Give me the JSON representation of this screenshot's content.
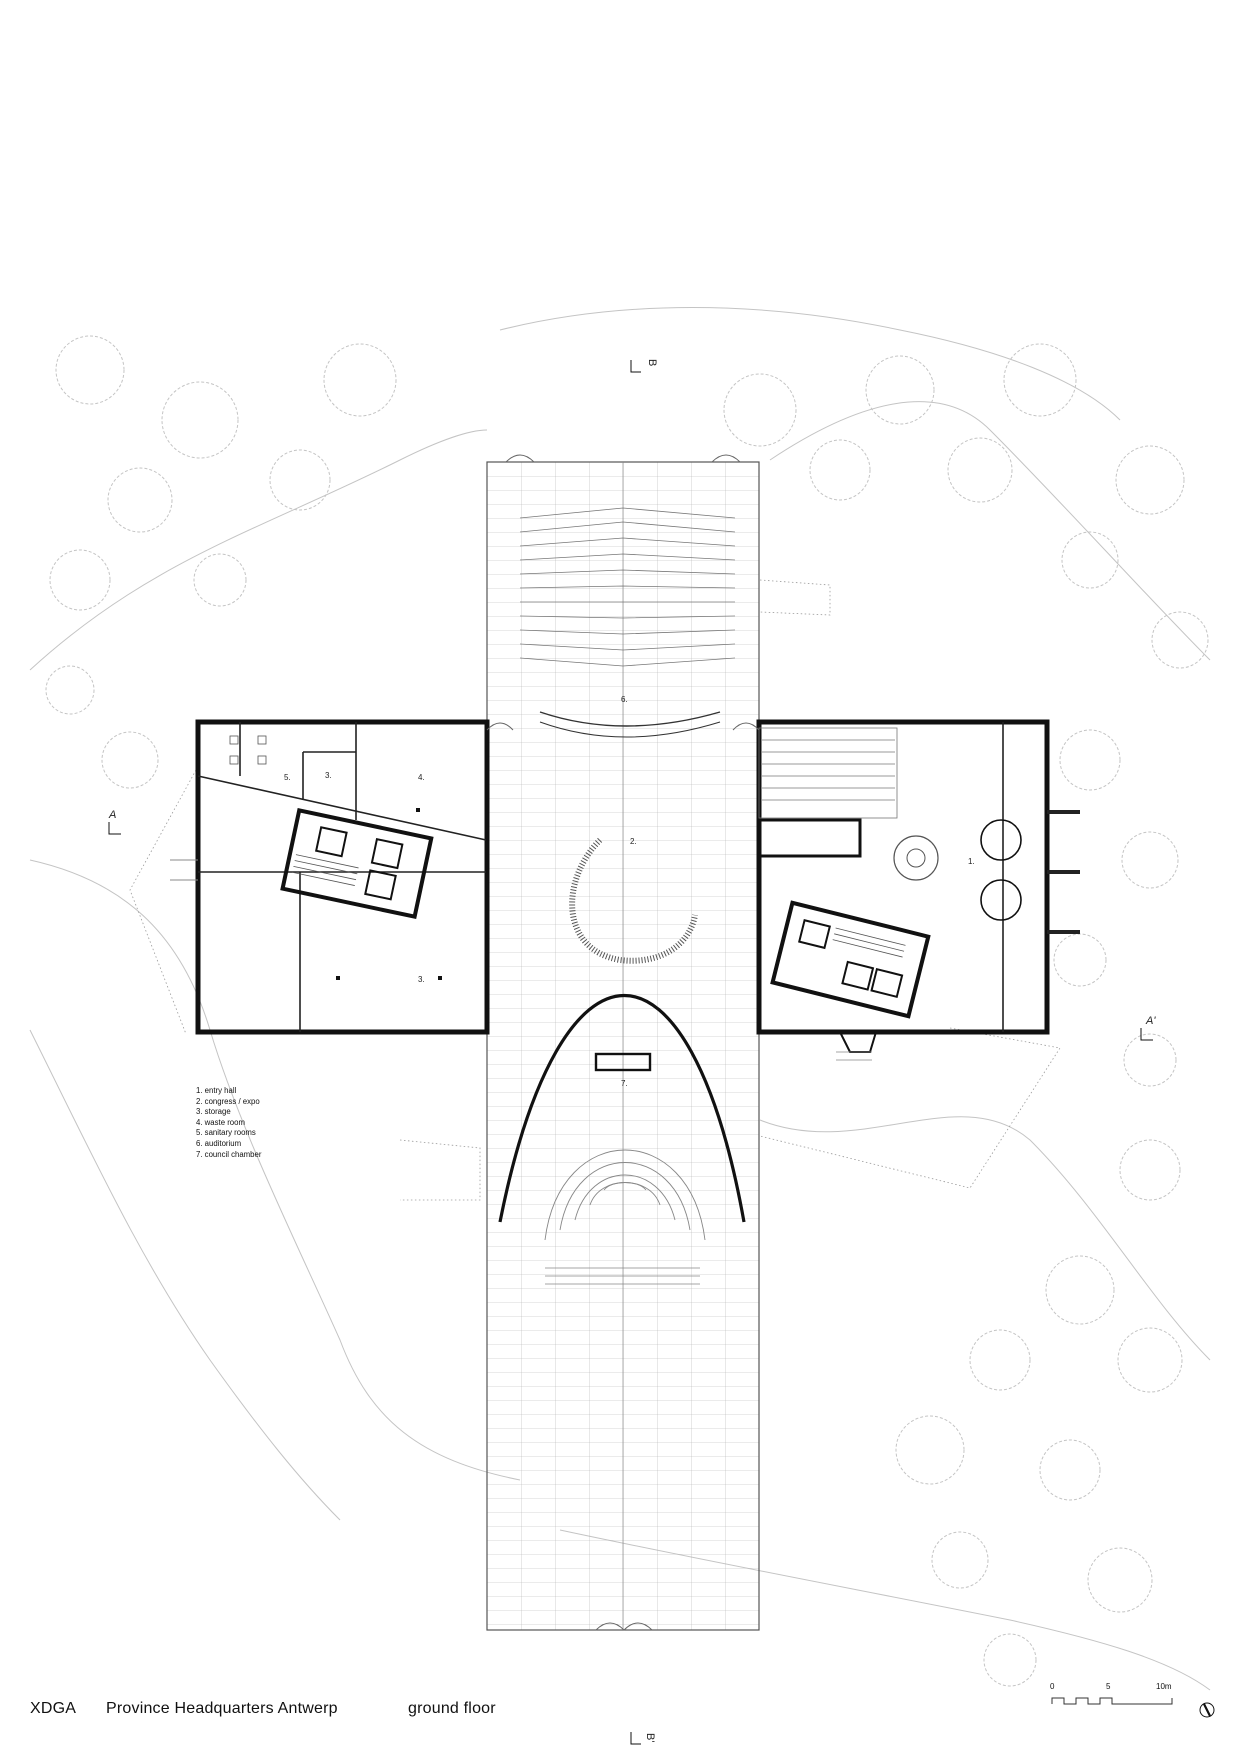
{
  "drawing": {
    "office": "XDGA",
    "project": "Province Headquarters  Antwerp",
    "sheet": "ground floor"
  },
  "legend": [
    "1. entry hall",
    "2. congress / expo",
    "3. storage",
    "4. waste room",
    "5. sanitary rooms",
    "6. auditorium",
    "7. council chamber"
  ],
  "room_numbers": {
    "entry_hall": "1.",
    "congress_expo": "2.",
    "storage_a": "3.",
    "storage_b": "3.",
    "waste_room": "4.",
    "sanitary": "5.",
    "auditorium": "6.",
    "council_chamber": "7."
  },
  "section_markers": {
    "a_left": "A",
    "a_right": "A'",
    "b_top": "B",
    "b_bottom": "B'"
  },
  "scale_bar": {
    "labels": [
      "0",
      "5",
      "10m"
    ]
  },
  "colors": {
    "wall": "#111111",
    "linework": "#8a8a8a",
    "context": "#c4c4c4"
  }
}
